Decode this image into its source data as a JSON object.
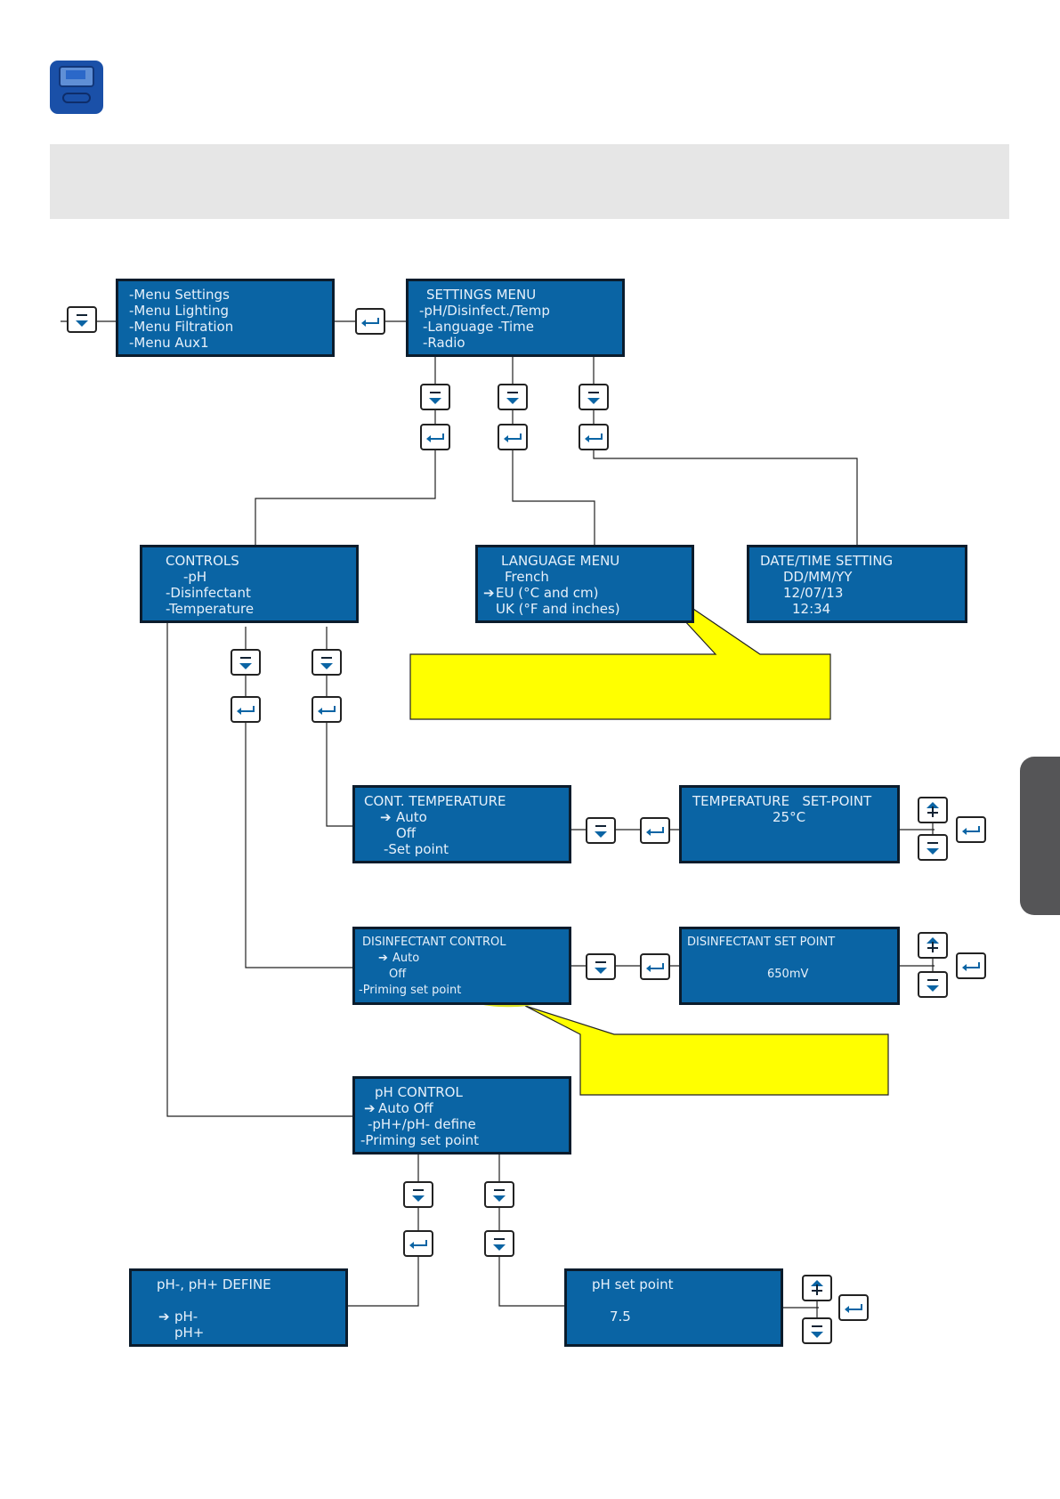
{
  "header": {
    "icon": "pool-controller-device-icon"
  },
  "screens": {
    "main_menu": {
      "lines": [
        "-Menu Settings",
        "-Menu Lighting",
        "-Menu Filtration",
        "-Menu Aux1"
      ]
    },
    "settings_menu": {
      "lines": [
        "SETTINGS MENU",
        "-pH/Disinfect./Temp",
        "-Language -Time",
        "-Radio"
      ]
    },
    "controls": {
      "lines": [
        "CONTROLS",
        "-pH",
        "-Disinfectant",
        "-Temperature"
      ]
    },
    "language_menu": {
      "lines": [
        "LANGUAGE MENU",
        "French",
        "EU (°C and cm)",
        "UK (°F and inches)"
      ]
    },
    "datetime_setting": {
      "lines": [
        "DATE/TIME SETTING",
        "DD/MM/YY",
        "12/07/13",
        "12:34"
      ]
    },
    "cont_temperature": {
      "lines": [
        "CONT. TEMPERATURE",
        "Auto",
        "Off",
        "-Set point"
      ]
    },
    "temperature_setpoint": {
      "lines": [
        "TEMPERATURE   SET-POINT",
        "25°C"
      ]
    },
    "disinfectant_control": {
      "lines": [
        "DISINFECTANT CONTROL",
        "Auto",
        "Off",
        "-Priming set point"
      ]
    },
    "disinfectant_setpoint": {
      "lines": [
        "DISINFECTANT SET POINT",
        "650mV"
      ]
    },
    "ph_control": {
      "lines": [
        "pH CONTROL",
        "Auto Off",
        "-pH+/pH- define",
        "-Priming set point"
      ]
    },
    "ph_define": {
      "lines": [
        "pH-, pH+ DEFINE",
        "pH-",
        "pH+"
      ]
    },
    "ph_setpoint": {
      "lines": [
        "pH set point",
        "7.5"
      ]
    }
  },
  "arrow_glyph": "➔",
  "colors": {
    "lcd_background": "#0a64a4",
    "lcd_text": "#e6f0fa",
    "callout_fill": "#ffff00",
    "banner_grey": "#e6e6e6",
    "side_tab": "#555557",
    "highlight_ellipse": "#d8e020"
  },
  "button_icons": {
    "down": "down-button-icon",
    "enter": "enter-button-icon",
    "up": "up-button-icon"
  }
}
